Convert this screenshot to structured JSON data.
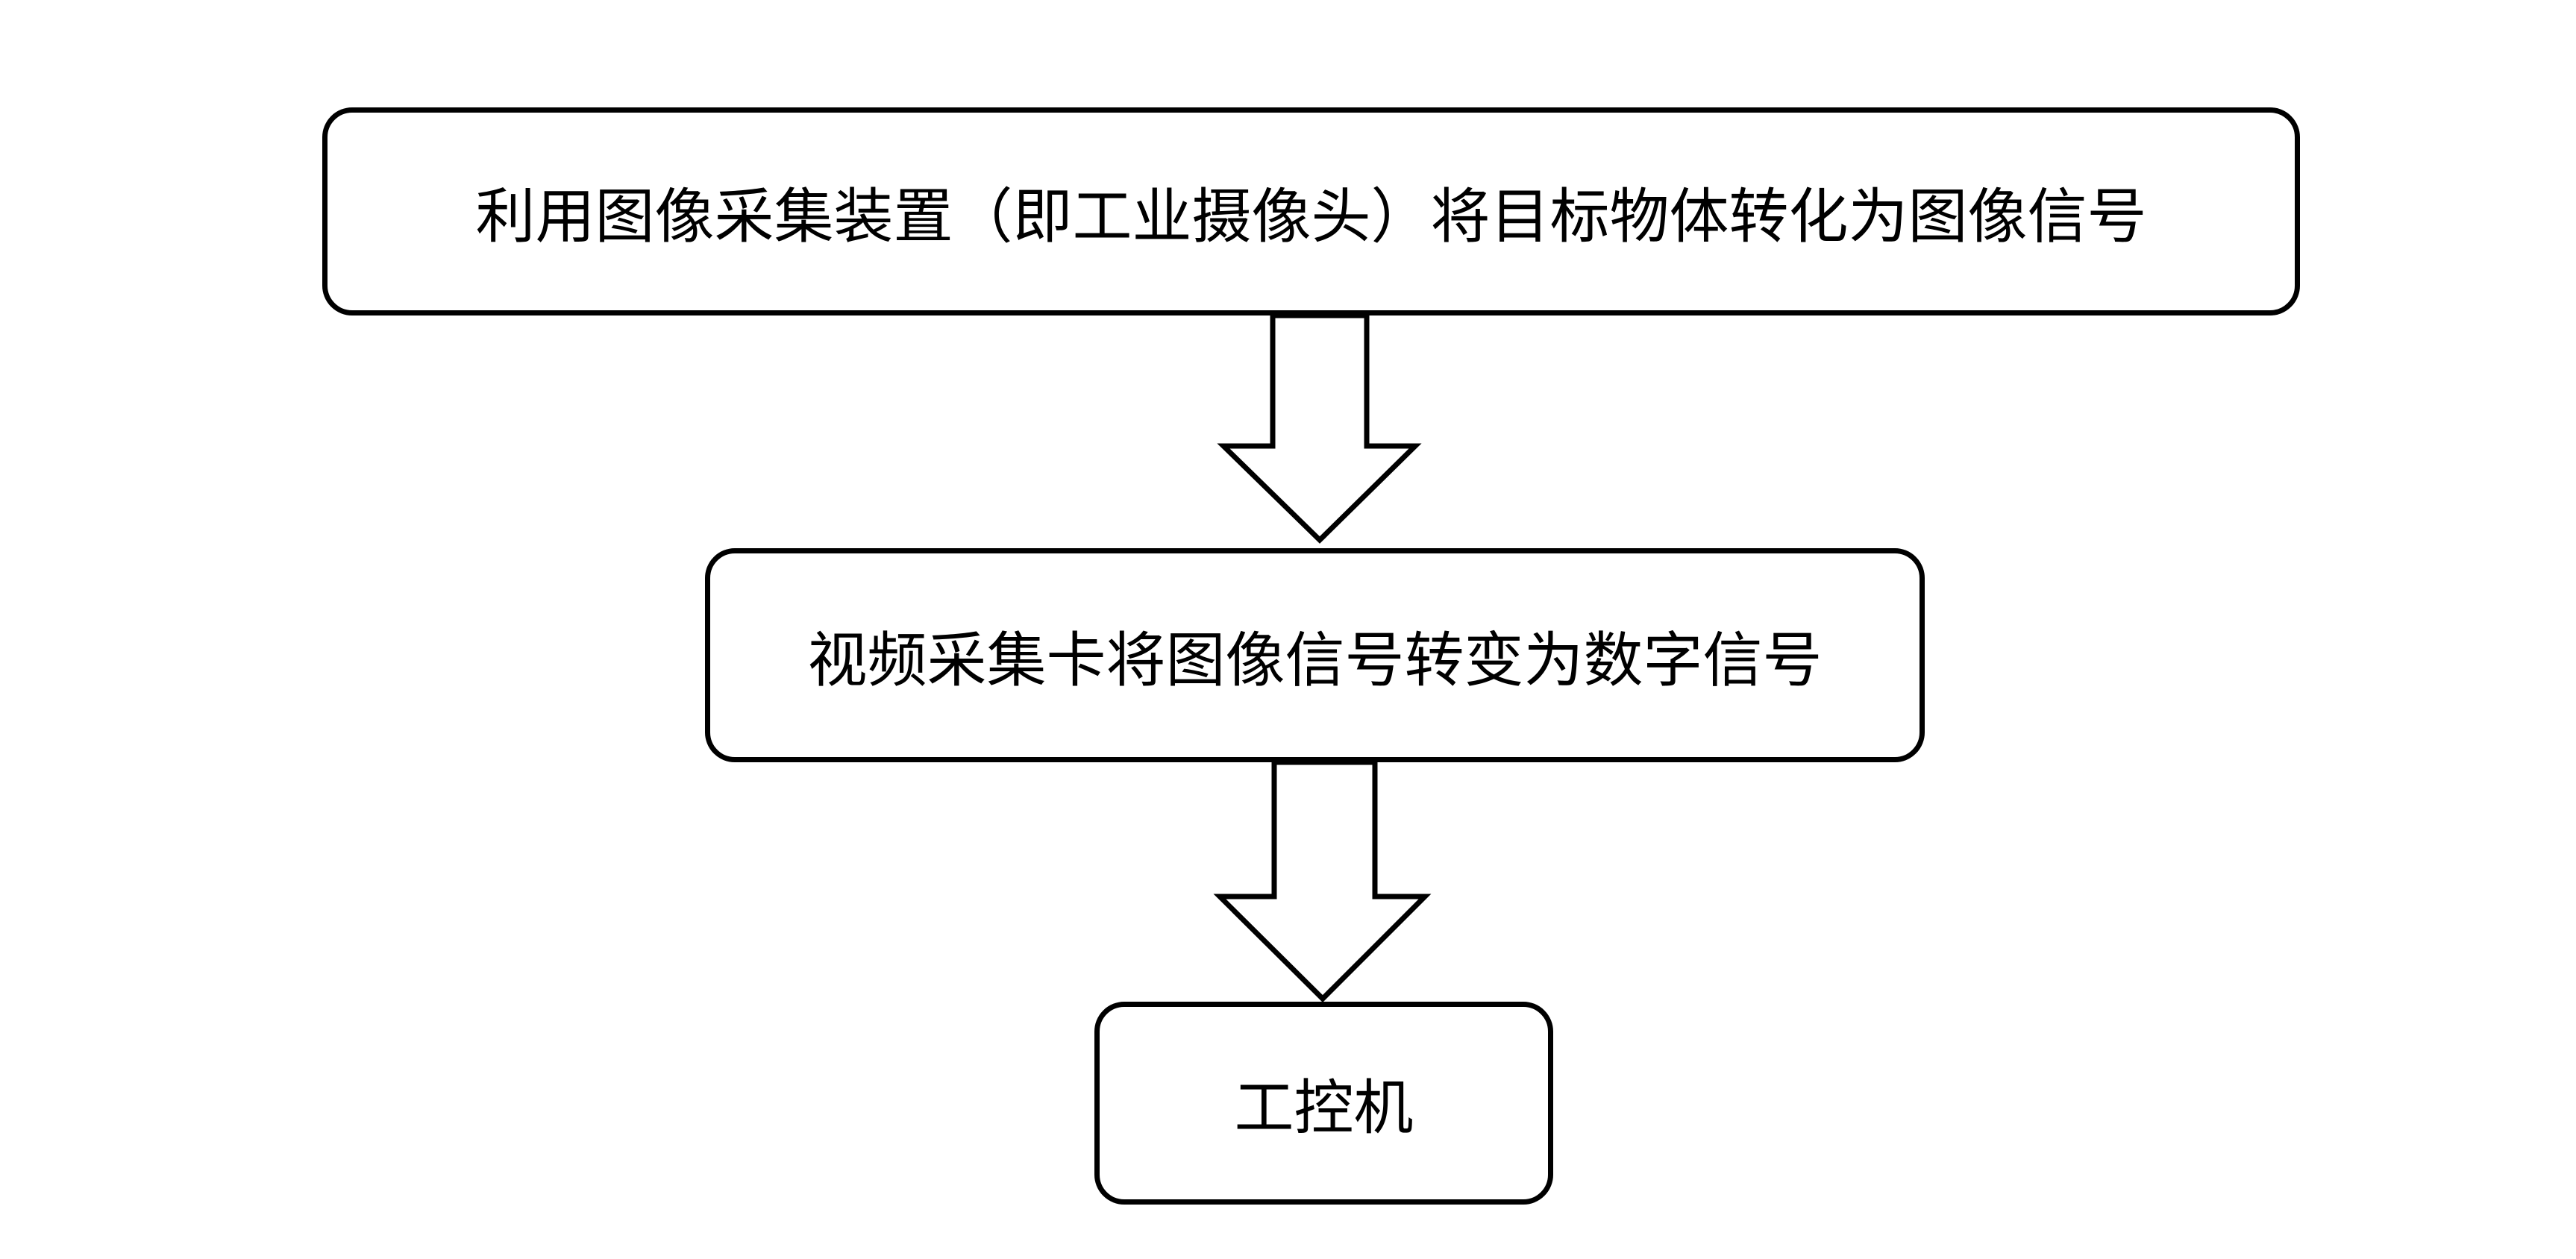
{
  "steps": [
    {
      "label": "利用图像采集装置（即工业摄像头）将目标物体转化为图像信号"
    },
    {
      "label": "视频采集卡将图像信号转变为数字信号"
    },
    {
      "label": "工控机"
    }
  ]
}
